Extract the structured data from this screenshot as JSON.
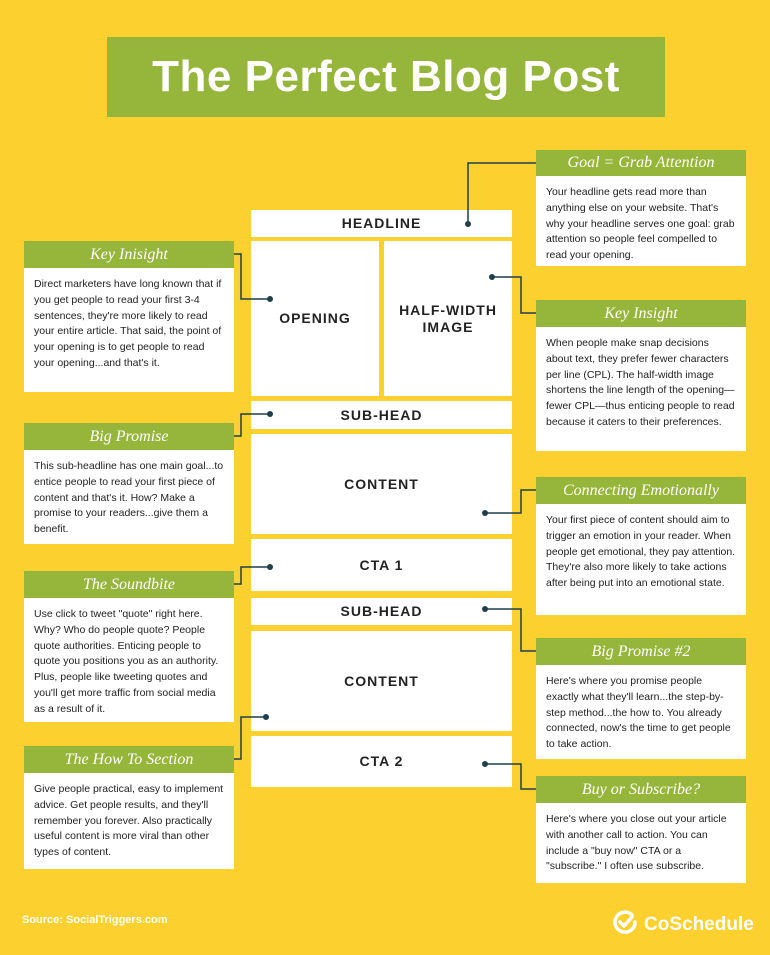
{
  "title": "The Perfect Blog Post",
  "wireframe": {
    "headline": "HEADLINE",
    "opening": "OPENING",
    "half_width_image": "HALF-WIDTH IMAGE",
    "subhead_1": "SUB-HEAD",
    "content_1": "CONTENT",
    "cta_1": "CTA 1",
    "subhead_2": "SUB-HEAD",
    "content_2": "CONTENT",
    "cta_2": "CTA 2"
  },
  "panels": {
    "goal": {
      "title": "Goal = Grab Attention",
      "body": "Your headline gets read more than anything else on your website. That's why your headline serves one goal: grab attention so people feel compelled to read your opening."
    },
    "key_inisight": {
      "title": "Key Inisight",
      "body": "Direct marketers have long known that if you get people to read your first 3-4 sentences, they're more likely to read your entire article. That said, the point of your opening is to get people to read your opening...and that's it."
    },
    "key_insight": {
      "title": "Key Insight",
      "body": "When people make snap decisions about text, they prefer fewer characters per line (CPL). The half-width image shortens the line length of the opening—fewer CPL—thus enticing people to read because it caters to their preferences."
    },
    "big_promise": {
      "title": "Big Promise",
      "body": "This sub-headline has one main goal...to entice people to read your first piece of content and that's it. How? Make a promise to your readers...give them a benefit."
    },
    "connecting": {
      "title": "Connecting Emotionally",
      "body": "Your first piece of content should aim to trigger an emotion in your reader. When people get emotional, they pay attention. They're also more likely to take actions after being put into an emotional state."
    },
    "soundbite": {
      "title": "The Soundbite",
      "body": "Use click to tweet \"quote\" right here. Why? Who do people quote? People quote authorities. Enticing people to quote you positions you as an authority. Plus, people like tweeting quotes and you'll get more traffic from social media as a result of it."
    },
    "big_promise_2": {
      "title": "Big Promise #2",
      "body": "Here's where you promise people exactly what they'll learn...the step-by-step method...the how to. You already connected, now's the time to get people to take action."
    },
    "how_to": {
      "title": "The How To Section",
      "body": "Give people practical, easy to implement advice. Get people results, and they'll remember you forever. Also practically useful content is more viral than other types of content."
    },
    "buy": {
      "title": "Buy or Subscribe?",
      "body": "Here's where you close out your article with another call to action. You can include a \"buy now\" CTA or a \"subscribe.\" I often use subscribe."
    }
  },
  "footer": {
    "source": "Source: SocialTriggers.com",
    "brand": "CoSchedule",
    "brand_icon": "check-circle-icon"
  },
  "colors": {
    "background": "#FCD02E",
    "accent_green": "#96B53B",
    "connector": "#1F3F4D"
  }
}
